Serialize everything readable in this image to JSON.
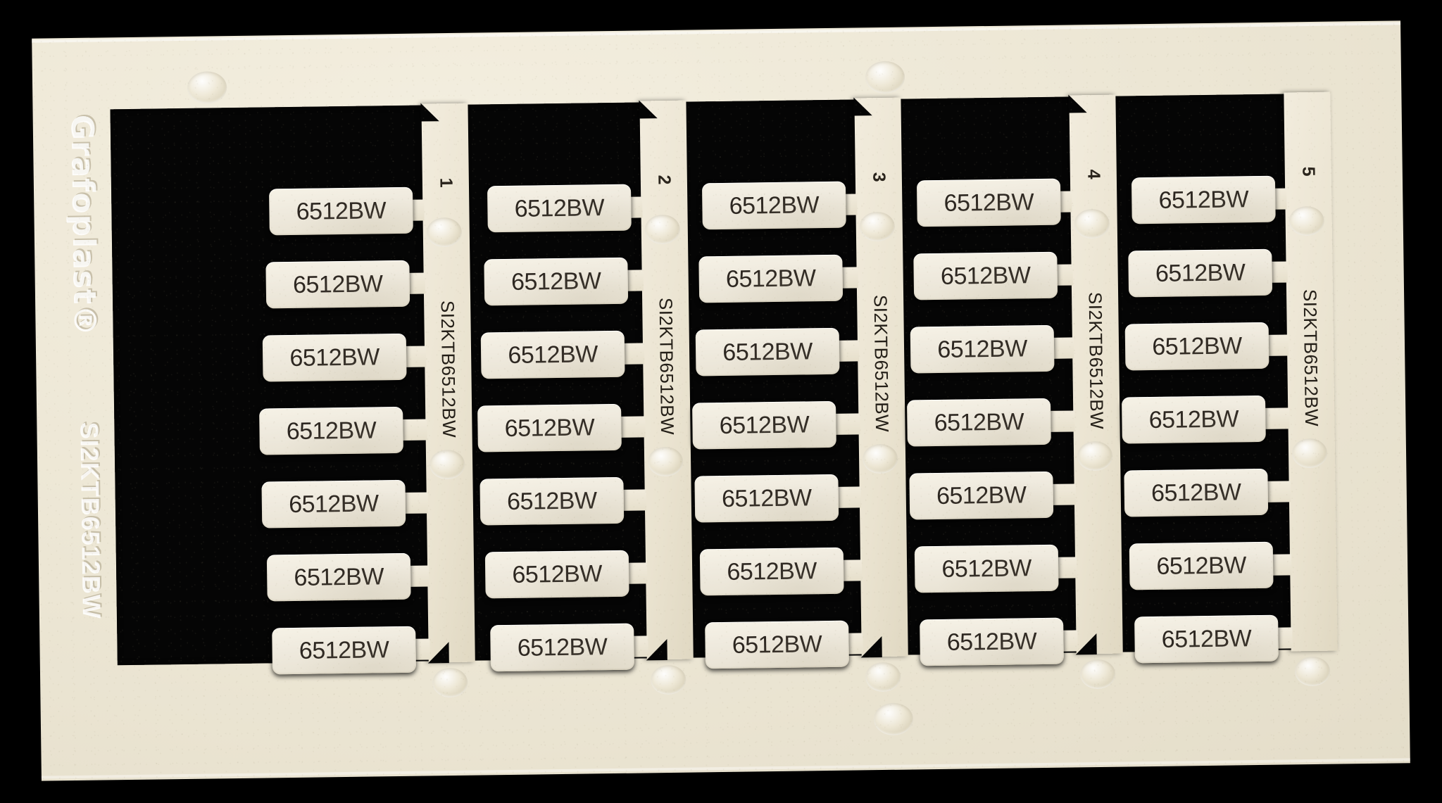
{
  "product": {
    "brand_emboss": "Grafoplast®",
    "code_emboss": "SI2KTB6512BW",
    "part_code": "SI2KTB6512BW",
    "marker_text": "6512BW",
    "columns_count": 5,
    "rows_per_column": 7,
    "total_markers": 35
  },
  "colors": {
    "backdrop": "#000000",
    "carrier_plastic": "#ece6d4",
    "carrier_highlight": "#f4efe0",
    "recess_black": "#050505",
    "tag_face": "#efeade",
    "print_ink": "#2c2620"
  },
  "columns": [
    {
      "index_label": "1",
      "code_label": "SI2KTB6512BW",
      "tags": [
        {
          "text": "6512BW"
        },
        {
          "text": "6512BW"
        },
        {
          "text": "6512BW"
        },
        {
          "text": "6512BW"
        },
        {
          "text": "6512BW"
        },
        {
          "text": "6512BW"
        },
        {
          "text": "6512BW"
        }
      ]
    },
    {
      "index_label": "2",
      "code_label": "SI2KTB6512BW",
      "tags": [
        {
          "text": "6512BW"
        },
        {
          "text": "6512BW"
        },
        {
          "text": "6512BW"
        },
        {
          "text": "6512BW"
        },
        {
          "text": "6512BW"
        },
        {
          "text": "6512BW"
        },
        {
          "text": "6512BW"
        }
      ]
    },
    {
      "index_label": "3",
      "code_label": "SI2KTB6512BW",
      "tags": [
        {
          "text": "6512BW"
        },
        {
          "text": "6512BW"
        },
        {
          "text": "6512BW"
        },
        {
          "text": "6512BW"
        },
        {
          "text": "6512BW"
        },
        {
          "text": "6512BW"
        },
        {
          "text": "6512BW"
        }
      ]
    },
    {
      "index_label": "4",
      "code_label": "SI2KTB6512BW",
      "tags": [
        {
          "text": "6512BW"
        },
        {
          "text": "6512BW"
        },
        {
          "text": "6512BW"
        },
        {
          "text": "6512BW"
        },
        {
          "text": "6512BW"
        },
        {
          "text": "6512BW"
        },
        {
          "text": "6512BW"
        }
      ]
    },
    {
      "index_label": "5",
      "code_label": "SI2KTB6512BW",
      "tags": [
        {
          "text": "6512BW"
        },
        {
          "text": "6512BW"
        },
        {
          "text": "6512BW"
        },
        {
          "text": "6512BW"
        },
        {
          "text": "6512BW"
        },
        {
          "text": "6512BW"
        },
        {
          "text": "6512BW"
        }
      ]
    }
  ]
}
